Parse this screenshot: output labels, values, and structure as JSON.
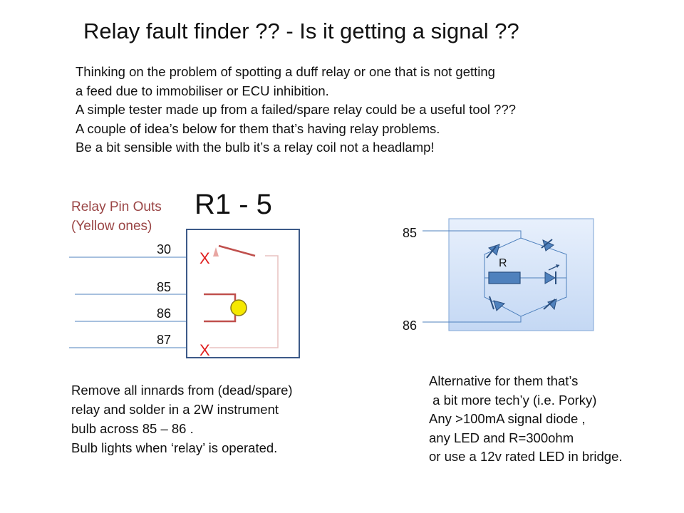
{
  "title": "Relay fault finder ?? - Is it getting a signal ??",
  "intro": [
    "Thinking on the problem of spotting a duff relay or one that is not getting",
    "a feed due to immobiliser or ECU inhibition.",
    "A simple tester made up from a failed/spare relay could be a useful tool ???",
    "A couple of idea’s below for them that’s having relay problems.",
    "Be a bit sensible with the bulb it’s a relay coil not a headlamp!"
  ],
  "relay_diagram": {
    "heading": [
      "Relay Pin Outs",
      "(Yellow ones)"
    ],
    "relay_id": "R1 - 5",
    "pins": {
      "p30": "30",
      "p85": "85",
      "p86": "86",
      "p87": "87"
    },
    "removed_mark": "X"
  },
  "bridge_diagram": {
    "pin_top": "85",
    "pin_bottom": "86",
    "resistor_label": "R"
  },
  "left_note": [
    "Remove all innards from (dead/spare)",
    "relay and solder in a 2W instrument",
    "bulb across  85 – 86 .",
    "Bulb lights when ‘relay’ is operated."
  ],
  "right_note": [
    "Alternative for them that’s",
    " a bit more tech’y (i.e. Porky)",
    "Any >100mA signal diode ,",
    "any LED and R=300ohm",
    "or use a 12v rated LED in bridge."
  ],
  "colors": {
    "pin_heading": "#9a4545",
    "removed_mark": "#e02020",
    "relay_case": "#3c5a88",
    "bulb": "#f5e800",
    "coil": "#c0504d",
    "wire": "#4f81bd",
    "bridge_fill": "#dce8fa",
    "component": "#4f81bd"
  }
}
